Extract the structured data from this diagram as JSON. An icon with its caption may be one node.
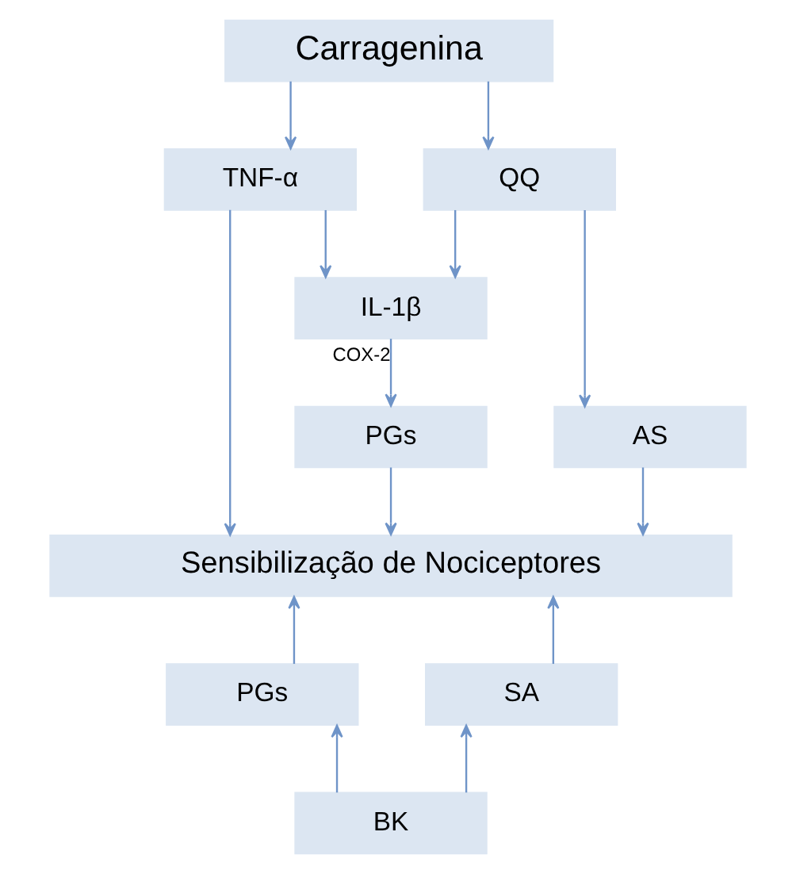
{
  "diagram": {
    "nodes": [
      {
        "text": [
          "Carragenina"
        ]
      },
      {
        "text": [
          "TNF-α"
        ]
      },
      {
        "text": [
          "QQ"
        ]
      },
      {
        "text": [
          "IL-1β"
        ]
      },
      {
        "text": [
          "AS"
        ]
      },
      {
        "text": [
          "PGs"
        ]
      },
      {
        "text": [
          "Sensibilização de Nociceptores"
        ]
      },
      {
        "text": [
          "PGs"
        ]
      },
      {
        "text": [
          "SA"
        ]
      },
      {
        "text": [
          "BK"
        ]
      }
    ],
    "edges": [
      {
        "from": 0,
        "to": 1,
        "arrow": "to"
      },
      {
        "from": 0,
        "to": 2,
        "arrow": "to"
      },
      {
        "from": 1,
        "to": 3,
        "arrow": "to"
      },
      {
        "from": 2,
        "to": 3,
        "arrow": "to"
      },
      {
        "from": 3,
        "to": 5,
        "arrow": "to",
        "label": "COX-2"
      },
      {
        "from": 1,
        "to": 6,
        "arrow": "to"
      },
      {
        "from": 2,
        "to": 4,
        "arrow": "to"
      },
      {
        "from": 4,
        "to": 6,
        "arrow": "to"
      },
      {
        "from": 5,
        "to": 6,
        "arrow": "to"
      },
      {
        "from": 7,
        "to": 6,
        "arrow": "to"
      },
      {
        "from": 8,
        "to": 6,
        "arrow": "to"
      },
      {
        "from": 9,
        "to": 7,
        "arrow": "to"
      },
      {
        "from": 9,
        "to": 8,
        "arrow": "to"
      }
    ]
  }
}
